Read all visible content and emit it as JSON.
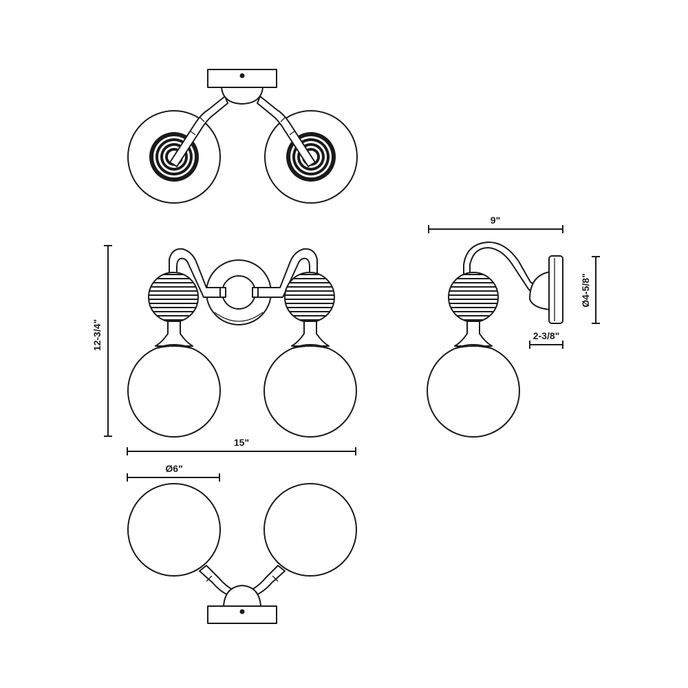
{
  "dimensions": {
    "overall_height": "12-3/4\"",
    "overall_width": "15\"",
    "shade_diameter": "Ø6\"",
    "extension": "9\"",
    "backplate_diameter": "Ø4-5/8\"",
    "backplate_depth": "2-3/8\""
  }
}
